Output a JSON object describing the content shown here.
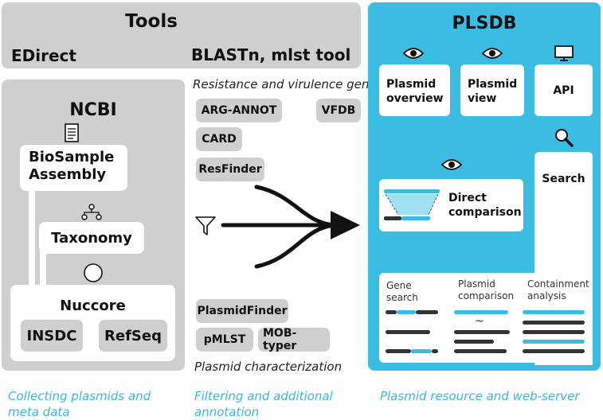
{
  "tools": {
    "title": "Tools",
    "left_label": "EDirect",
    "right_label": "BLASTn, mlst tool"
  },
  "ncbi": {
    "title": "NCBI",
    "biosample_line1": "BioSample",
    "biosample_line2": "Assembly",
    "taxonomy": "Taxonomy",
    "nuccore": "Nuccore",
    "insdc": "INSDC",
    "refseq": "RefSeq"
  },
  "middle": {
    "resistance_label": "Resistance and virulence genes",
    "chips_top": [
      "ARG-ANNOT",
      "VFDB",
      "CARD",
      "ResFinder"
    ],
    "chips_bottom": [
      "PlasmidFinder",
      "pMLST",
      "MOB-typer"
    ],
    "characterization_label": "Plasmid characterization"
  },
  "plsdb": {
    "title": "PLSDB",
    "overview_line1": "Plasmid",
    "overview_line2": "overview",
    "view_line1": "Plasmid",
    "view_line2": "view",
    "api": "API",
    "search": "Search",
    "direct_line1": "Direct",
    "direct_line2": "comparison",
    "gene_search_line1": "Gene",
    "gene_search_line2": "search",
    "plasmid_comparison_line1": "Plasmid",
    "plasmid_comparison_line2": "comparison",
    "containment_line1": "Containment",
    "containment_line2": "analysis",
    "tilde": "~"
  },
  "captions": {
    "left_line1": "Collecting plasmids and",
    "left_line2": "meta data",
    "middle_line1": "Filtering and additional",
    "middle_line2": "annotation",
    "right": "Plasmid resource and web-server"
  },
  "colors": {
    "gray": "#cfcfcf",
    "blue": "#3bbde3",
    "caption_blue": "#38b6de",
    "dark": "#333333"
  }
}
